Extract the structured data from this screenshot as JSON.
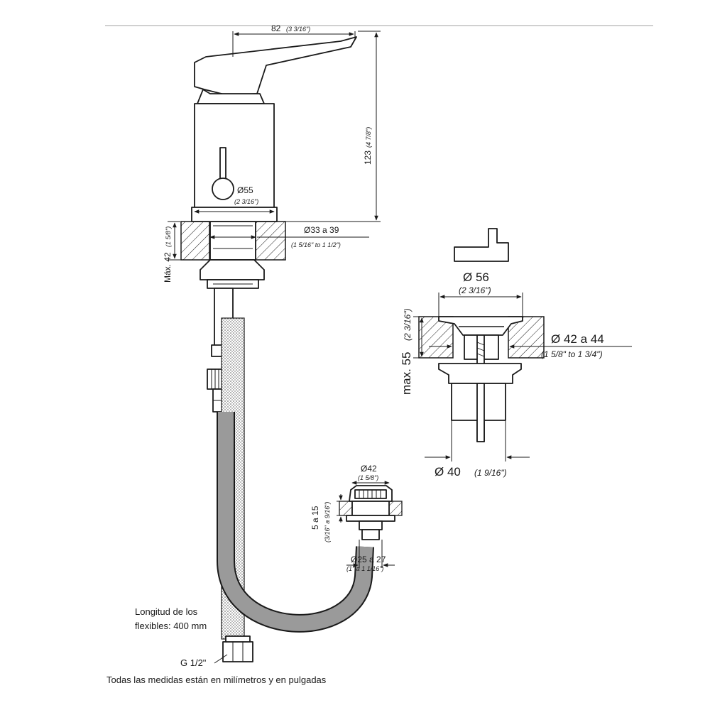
{
  "header": {
    "rule_color": "#b5b5b5"
  },
  "faucet": {
    "width_label": "82",
    "width_label_in": "(3 3/16\")",
    "height_label": "123",
    "height_label_in": "(4 7/8\")",
    "base_label": "Ø55",
    "base_label_in": "(2 3/16\")",
    "hole_label": "Ø33 a 39",
    "hole_label_in": "(1 5/16\" to 1 1/2\")",
    "deck_label": "Máx. 42",
    "deck_label_in": "(1 5/8\")"
  },
  "drain": {
    "top_label": "Ø 56",
    "top_label_in": "(2 3/16\")",
    "depth_label": "max. 55",
    "depth_label_in": "(2 3/16\")",
    "hole_label": "Ø 42 a 44",
    "hole_label_in": "(1 5/8\" to 1 3/4\")",
    "bottom_label": "Ø 40",
    "bottom_label_in": "(1 9/16\")"
  },
  "small_valve": {
    "top_label": "Ø42",
    "top_label_in": "(1 5/8\")",
    "deck_label": "5 a 15",
    "deck_label_in": "(3/16\" a 9/16\")",
    "hole_label": "Ø25 a 27",
    "hole_label_in": "(1\" a 1 1/16\")"
  },
  "hose": {
    "length_line1": "Longitud de los",
    "length_line2": "flexibles: 400 mm",
    "thread_label": "G 1/2\""
  },
  "footer": {
    "note": "Todas las medidas están en milímetros y en pulgadas"
  }
}
